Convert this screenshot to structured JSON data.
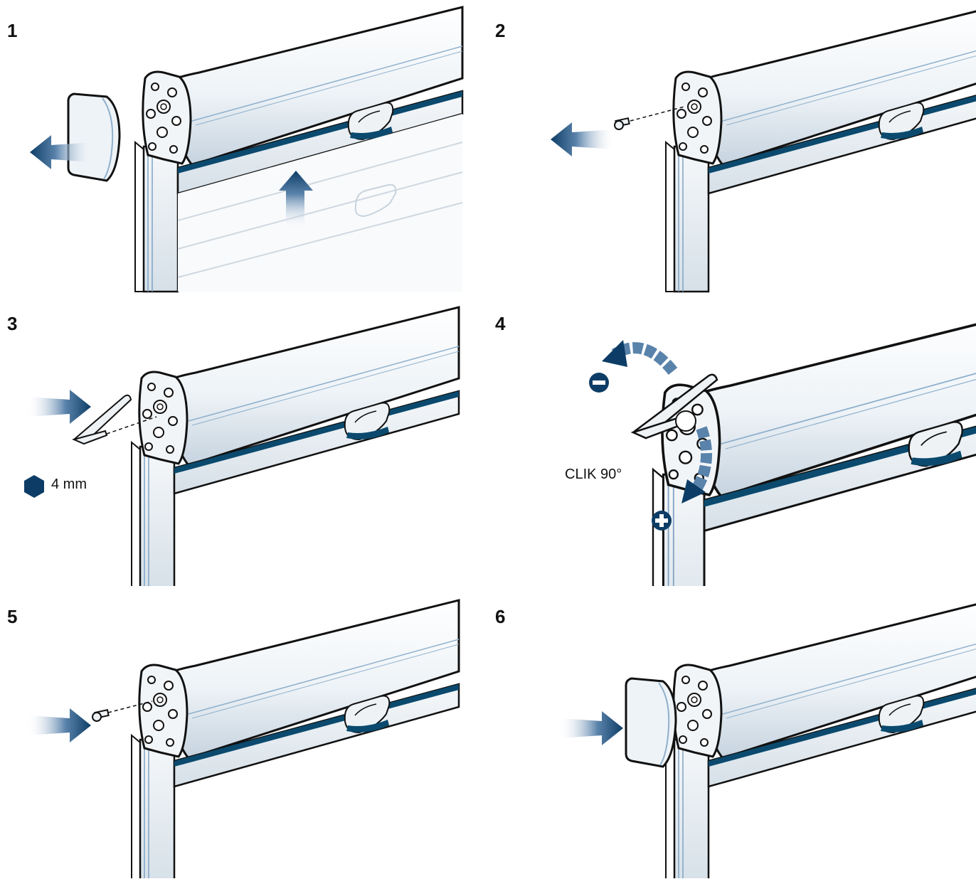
{
  "steps": [
    {
      "number": "1"
    },
    {
      "number": "2"
    },
    {
      "number": "3",
      "label": "4 mm",
      "label_icon": "hexagon-key-icon"
    },
    {
      "number": "4",
      "label": "CLIK 90°",
      "minus_icon": "minus-circle-icon",
      "plus_icon": "plus-circle-icon"
    },
    {
      "number": "5"
    },
    {
      "number": "6"
    }
  ],
  "colors": {
    "outline": "#111111",
    "housing_light": "#f4f7fa",
    "housing_shade": "#cfd9e3",
    "accent_blue": "#0d3d66",
    "arrow_blue": "#1f4f80",
    "seal_teal": "#0b4a6e"
  }
}
